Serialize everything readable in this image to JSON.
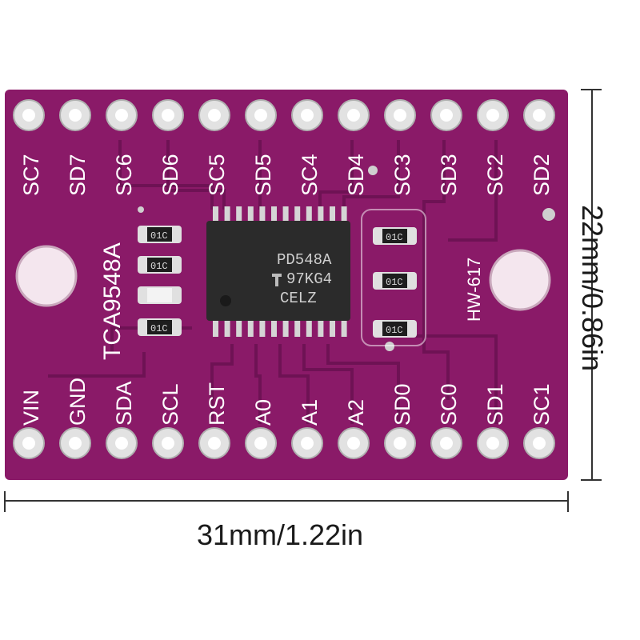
{
  "board": {
    "chip_label": "TCA9548A",
    "model_label": "HW-617",
    "ic_marking": [
      "PD548A",
      "97KG4",
      "CELZ"
    ],
    "resistor_marking": "01C",
    "top_pins": [
      "SC7",
      "SD7",
      "SC6",
      "SD6",
      "SC5",
      "SD5",
      "SC4",
      "SD4",
      "SC3",
      "SD3",
      "SC2",
      "SD2"
    ],
    "bottom_pins": [
      "VIN",
      "GND",
      "SDA",
      "SCL",
      "RST",
      "A0",
      "A1",
      "A2",
      "SD0",
      "SC0",
      "SD1",
      "SC1"
    ]
  },
  "dimensions": {
    "width": "31mm/1.22in",
    "height": "22mm/0.86in"
  },
  "colors": {
    "pcb": "#8a1a68",
    "pcb_trace": "#6e1254",
    "silkscreen": "#ffffff",
    "pad": "#d9d9d9",
    "ic": "#2b2b2b"
  }
}
